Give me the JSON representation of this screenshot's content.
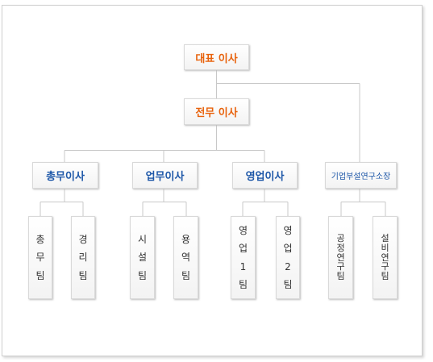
{
  "chart_data": {
    "type": "org-chart",
    "nodes": [
      {
        "id": "ceo",
        "label": "대표 이사"
      },
      {
        "id": "md",
        "label": "전무 이사",
        "parent": "ceo"
      },
      {
        "id": "d1",
        "label": "총무이사",
        "parent": "md"
      },
      {
        "id": "d2",
        "label": "업무이사",
        "parent": "md"
      },
      {
        "id": "d3",
        "label": "영업이사",
        "parent": "md"
      },
      {
        "id": "lab",
        "label": "기업부설연구소장",
        "parent": "ceo"
      },
      {
        "id": "t1",
        "label": "총무팀",
        "parent": "d1"
      },
      {
        "id": "t2",
        "label": "경리팀",
        "parent": "d1"
      },
      {
        "id": "t3",
        "label": "시설팀",
        "parent": "d2"
      },
      {
        "id": "t4",
        "label": "용역팀",
        "parent": "d2"
      },
      {
        "id": "t5",
        "label": "영업1팀",
        "parent": "d3"
      },
      {
        "id": "t6",
        "label": "영업2팀",
        "parent": "d3"
      },
      {
        "id": "t7",
        "label": "공정연구팀",
        "parent": "lab"
      },
      {
        "id": "t8",
        "label": "설비연구팀",
        "parent": "lab"
      }
    ]
  },
  "colors": {
    "executive": "#e8620c",
    "director": "#1d57a8",
    "team": "#333333",
    "line": "#c8c8c8"
  }
}
